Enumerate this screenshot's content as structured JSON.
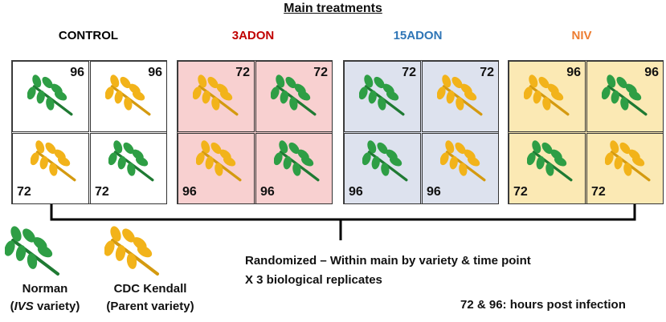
{
  "title": "Main treatments",
  "groups": [
    {
      "name": "CONTROL",
      "color": "#000000",
      "bg": "#ffffff",
      "cells": [
        {
          "variety": "norman",
          "time": "96"
        },
        {
          "variety": "kendall",
          "time": "96"
        },
        {
          "variety": "kendall",
          "time": "72"
        },
        {
          "variety": "norman",
          "time": "72"
        }
      ]
    },
    {
      "name": "3ADON",
      "color": "#c00000",
      "bg": "#f8d0d0",
      "cells": [
        {
          "variety": "kendall",
          "time": "72"
        },
        {
          "variety": "norman",
          "time": "72"
        },
        {
          "variety": "kendall",
          "time": "96"
        },
        {
          "variety": "norman",
          "time": "96"
        }
      ]
    },
    {
      "name": "15ADON",
      "color": "#2e75b6",
      "bg": "#dde2ee",
      "cells": [
        {
          "variety": "norman",
          "time": "72"
        },
        {
          "variety": "kendall",
          "time": "72"
        },
        {
          "variety": "norman",
          "time": "96"
        },
        {
          "variety": "kendall",
          "time": "96"
        }
      ]
    },
    {
      "name": "NIV",
      "color": "#ed7d31",
      "bg": "#fbe9b4",
      "cells": [
        {
          "variety": "kendall",
          "time": "96"
        },
        {
          "variety": "norman",
          "time": "96"
        },
        {
          "variety": "norman",
          "time": "72"
        },
        {
          "variety": "kendall",
          "time": "72"
        }
      ]
    }
  ],
  "varieties": {
    "norman": {
      "line1": "Norman",
      "line2_italic": "IVS",
      "line2_rest": " variety)",
      "line2_open": "(",
      "color": "#2e9e45",
      "dark": "#1f7a33"
    },
    "kendall": {
      "line1": "CDC Kendall",
      "line2": "(Parent variety)",
      "color": "#f2b31a",
      "dark": "#d49a10"
    }
  },
  "notes": {
    "randomized": "Randomized – Within main by variety & time point",
    "replicates": "X 3 biological replicates",
    "hours": "72 & 96: hours post infection"
  }
}
